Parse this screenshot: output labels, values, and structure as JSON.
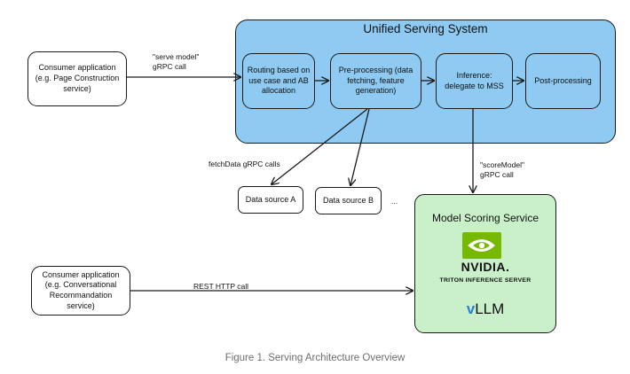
{
  "unified_serving_system": {
    "title": "Unified Serving System",
    "steps": [
      "Routing based on\nuse case and AB\nallocation",
      "Pre-processing (data\nfetching, feature\ngeneration)",
      "Inference:\ndelegate to MSS",
      "Post-processing"
    ]
  },
  "consumers": [
    "Consumer application\n(e.g. Page Construction\nservice)",
    "Consumer application\n(e.g. Conversational\nRecommandation\nservice)"
  ],
  "data_sources": [
    "Data source A",
    "Data source B"
  ],
  "ellipsis": "...",
  "edge_labels": {
    "serve_model": "\"serve model\"\ngRPC call",
    "fetch_data": "fetchData gRPC calls",
    "score_model": "\"scoreModel\"\ngRPC call",
    "rest": "REST HTTP call"
  },
  "model_scoring_service": {
    "title": "Model Scoring Service",
    "nvidia_wordmark": "NVIDIA.",
    "triton_label": "TRITON INFERENCE SERVER",
    "vllm_prefix": "v",
    "vllm_suffix": "LLM"
  },
  "caption": "Figure 1. Serving Architecture Overview",
  "colors": {
    "uss_fill": "#8ecaf2",
    "mss_fill": "#c9f0c9",
    "nvidia_green": "#76b900",
    "vllm_blue": "#2d7fd6"
  }
}
